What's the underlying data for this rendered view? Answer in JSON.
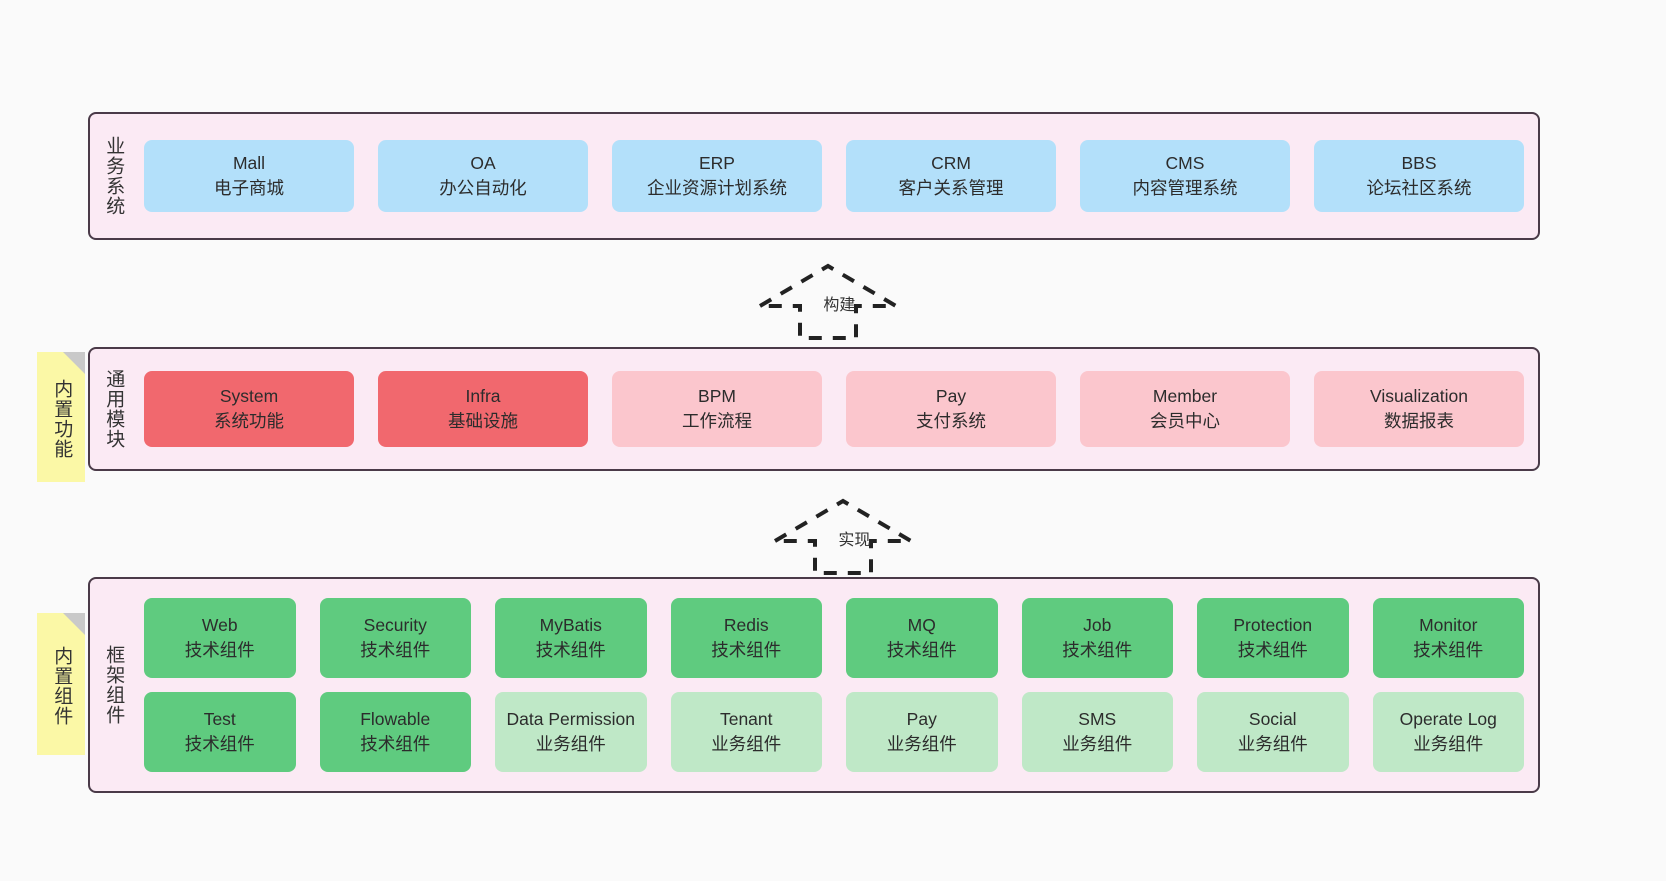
{
  "diagram": {
    "background_color": "#fafafa",
    "layer_fill": "#fbeaf4",
    "layer_border": "#4a3a48"
  },
  "notes": [
    {
      "id": "note-features",
      "label": "内置功能",
      "color": "#fbf8a6"
    },
    {
      "id": "note-components",
      "label": "内置组件",
      "color": "#fbf8a6"
    }
  ],
  "arrows": [
    {
      "id": "arrow-build",
      "label": "构建",
      "style": "dashed-hollow-up"
    },
    {
      "id": "arrow-impl",
      "label": "实现",
      "style": "dashed-hollow-up"
    }
  ],
  "layers": {
    "business": {
      "title": "业务系统",
      "color": "#b3e0fa",
      "cards": [
        {
          "name": "Mall",
          "desc": "电子商城"
        },
        {
          "name": "OA",
          "desc": "办公自动化"
        },
        {
          "name": "ERP",
          "desc": "企业资源计划系统"
        },
        {
          "name": "CRM",
          "desc": "客户关系管理"
        },
        {
          "name": "CMS",
          "desc": "内容管理系统"
        },
        {
          "name": "BBS",
          "desc": "论坛社区系统"
        }
      ]
    },
    "modules": {
      "title": "通用模块",
      "colors": {
        "strong": "#f1686e",
        "soft": "#fbc6cd"
      },
      "cards": [
        {
          "name": "System",
          "desc": "系统功能",
          "tone": "strong"
        },
        {
          "name": "Infra",
          "desc": "基础设施",
          "tone": "strong"
        },
        {
          "name": "BPM",
          "desc": "工作流程",
          "tone": "soft"
        },
        {
          "name": "Pay",
          "desc": "支付系统",
          "tone": "soft"
        },
        {
          "name": "Member",
          "desc": "会员中心",
          "tone": "soft"
        },
        {
          "name": "Visualization",
          "desc": "数据报表",
          "tone": "soft"
        }
      ]
    },
    "framework": {
      "title": "框架组件",
      "colors": {
        "tech": "#5fcb7f",
        "business": "#bfe8c7"
      },
      "row1": [
        {
          "name": "Web",
          "desc": "技术组件",
          "tone": "tech"
        },
        {
          "name": "Security",
          "desc": "技术组件",
          "tone": "tech"
        },
        {
          "name": "MyBatis",
          "desc": "技术组件",
          "tone": "tech"
        },
        {
          "name": "Redis",
          "desc": "技术组件",
          "tone": "tech"
        },
        {
          "name": "MQ",
          "desc": "技术组件",
          "tone": "tech"
        },
        {
          "name": "Job",
          "desc": "技术组件",
          "tone": "tech"
        },
        {
          "name": "Protection",
          "desc": "技术组件",
          "tone": "tech"
        },
        {
          "name": "Monitor",
          "desc": "技术组件",
          "tone": "tech"
        }
      ],
      "row2": [
        {
          "name": "Test",
          "desc": "技术组件",
          "tone": "tech"
        },
        {
          "name": "Flowable",
          "desc": "技术组件",
          "tone": "tech"
        },
        {
          "name": "Data Permission",
          "desc": "业务组件",
          "tone": "business"
        },
        {
          "name": "Tenant",
          "desc": "业务组件",
          "tone": "business"
        },
        {
          "name": "Pay",
          "desc": "业务组件",
          "tone": "business"
        },
        {
          "name": "SMS",
          "desc": "业务组件",
          "tone": "business"
        },
        {
          "name": "Social",
          "desc": "业务组件",
          "tone": "business"
        },
        {
          "name": "Operate Log",
          "desc": "业务组件",
          "tone": "business"
        }
      ]
    }
  }
}
